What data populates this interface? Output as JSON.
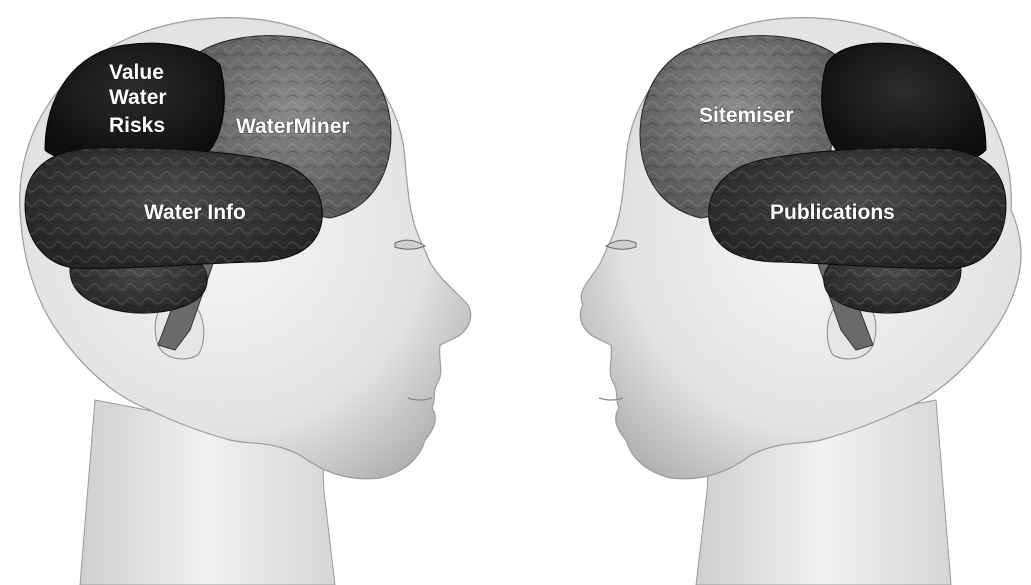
{
  "figure": {
    "left_head": {
      "regions": {
        "value_water_risks": [
          "Value",
          "Water",
          "Risks"
        ],
        "waterminer": "WaterMiner",
        "water_info": "Water Info"
      }
    },
    "right_head": {
      "regions": {
        "sitemiser": "Sitemiser",
        "publications": "Publications"
      }
    }
  },
  "colors": {
    "background": "#ffffff",
    "skin_light": "#f4f4f4",
    "skin_shade": "#b9b9b9",
    "brain_dark": "#141414",
    "brain_mid": "#3a3a3a",
    "brain_light": "#7a7a7a",
    "label_text": "#ffffff"
  }
}
